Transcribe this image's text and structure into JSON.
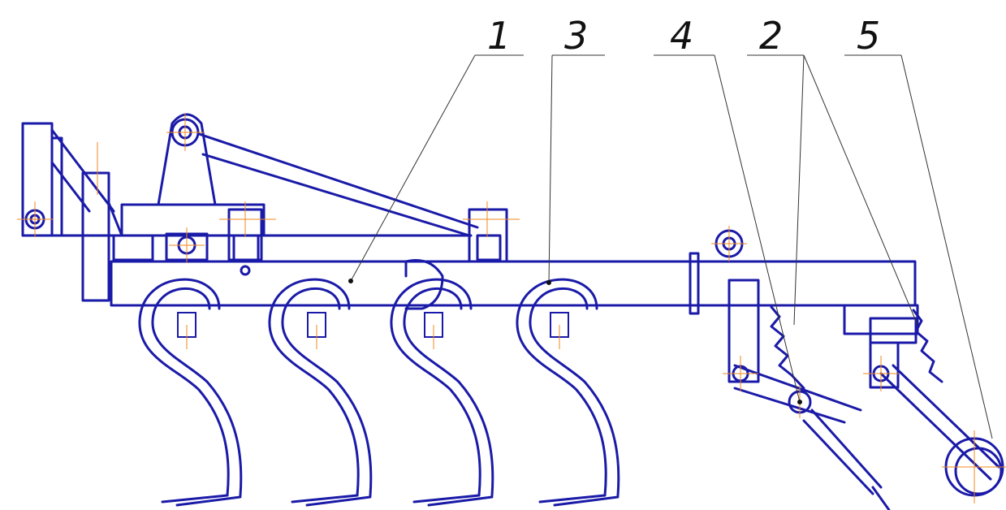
{
  "callouts": [
    {
      "id": "1",
      "label": "1"
    },
    {
      "id": "3",
      "label": "3"
    },
    {
      "id": "4",
      "label": "4"
    },
    {
      "id": "2",
      "label": "2"
    },
    {
      "id": "5",
      "label": "5"
    }
  ],
  "colors": {
    "line": "#1a1aa8",
    "axis": "#f08a1e",
    "leader": "#333333"
  }
}
